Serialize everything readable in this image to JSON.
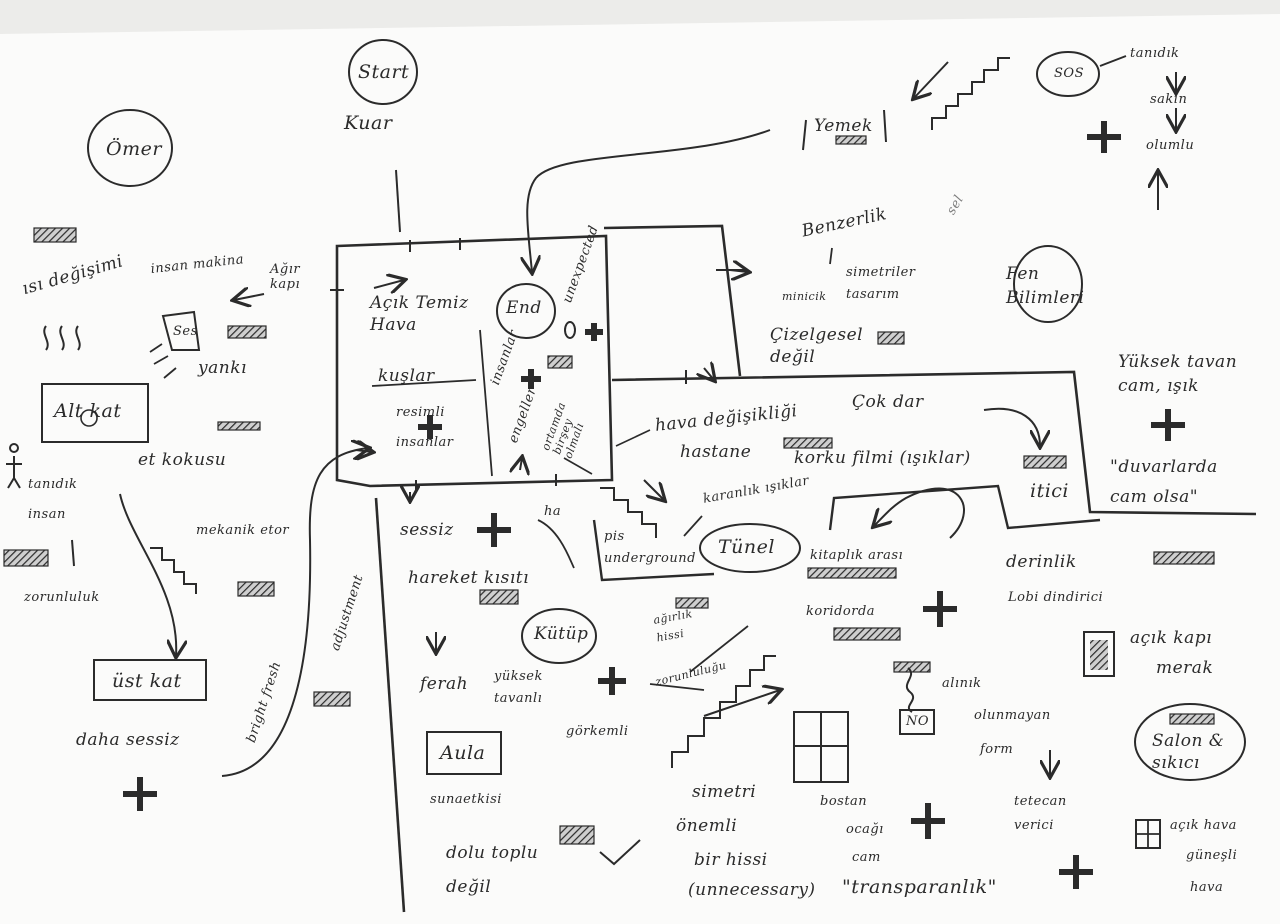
{
  "labels": {
    "start": "Start",
    "kuar": "Kuar",
    "omer": "Ömer",
    "isi_degisimi": "ısı değişimi",
    "insan_makina": "insan makina",
    "agir_kapi": "Ağır kapı",
    "ses": "Ses",
    "yanki": "yankı",
    "alt_kat": "Alt kat",
    "et_kokusu": "et kokusu",
    "tanidik_insan": "tanıdık insan",
    "zorunluluk": "zorunluluk",
    "mekanik_etor": "mekanik etor",
    "ust_kat": "üst kat",
    "daha_sessiz": "daha sessiz",
    "bright_fresh": "bright fresh",
    "adjustment": "adjustment",
    "acik_temiz_hava": "Açık Temiz Hava",
    "kuslar": "kuşlar",
    "end": "End",
    "unexpected": "unexpected",
    "insanlar": "insanlar",
    "engeller": "engeller",
    "resimli_insanlar": "resimli insanlar",
    "ortamda_birsey": "ortamda birşey olmalı",
    "yemek": "Yemek",
    "sos": "SOS",
    "tanidik_right": "tanıdık",
    "sakin": "sakin",
    "olumlu": "olumlu",
    "benzerlik": "Benzerlik",
    "minicik": "minicik",
    "simetri_tasarim": "simetriler tasarım",
    "sel": "sel",
    "cizelgesel": "Çizelgesel değil",
    "fen_bilimleri": "Fen Bilimleri",
    "yuksek_tavan": "Yüksek tavan cam, ışık",
    "duvarlarda_cam": "\"duvarlarda cam olsa\"",
    "hava_degisikligi": "hava değişikliği",
    "hastane": "hastane",
    "cok_dar": "Çok dar",
    "korku_filmi": "korku filmi (ışıklar)",
    "itici": "itici",
    "sessiz": "sessiz",
    "ha": "ha",
    "pis_underground": "pis underground",
    "karanlik_isiklar": "karanlık ışıklar",
    "tunel": "Tünel",
    "kitaplik_arasi": "kitaplık arası",
    "koridorda": "koridorda",
    "derinlik": "derinlik",
    "lobi_dindirici": "Lobi dindirici",
    "acik_kapi": "açık kapı",
    "merak": "merak",
    "hareket_kisiti": "hareket kısıtı",
    "kutup": "Kütüp",
    "agirlik_hissi": "ağırlık hissi",
    "zorunluluk_mid": "zorunluluğu",
    "ferah": "ferah",
    "yuksek_tavanli": "yüksek tavanlı",
    "gorkemli": "görkemli",
    "aula": "Aula",
    "sunnet_etkisi": "sunaetkisi",
    "dolu_toplu_degil": "dolu toplu değil",
    "simetri": "simetri",
    "onemli": "önemli",
    "bir_hissi": "bir hissi",
    "unnecessary": "(unnecessary)",
    "bostan": "bostan",
    "ocagi": "ocağı",
    "cam": "cam",
    "transparanlik": "\"transparanlık\"",
    "alinik": "alınık",
    "olunmayan": "olunmayan",
    "form": "form",
    "tetecan_verici": "tetecan verici",
    "salon_sikici": "Salon & sıkıcı",
    "acik_hava": "açık hava",
    "gunesli": "güneşli",
    "hava": "hava",
    "no": "NO"
  }
}
